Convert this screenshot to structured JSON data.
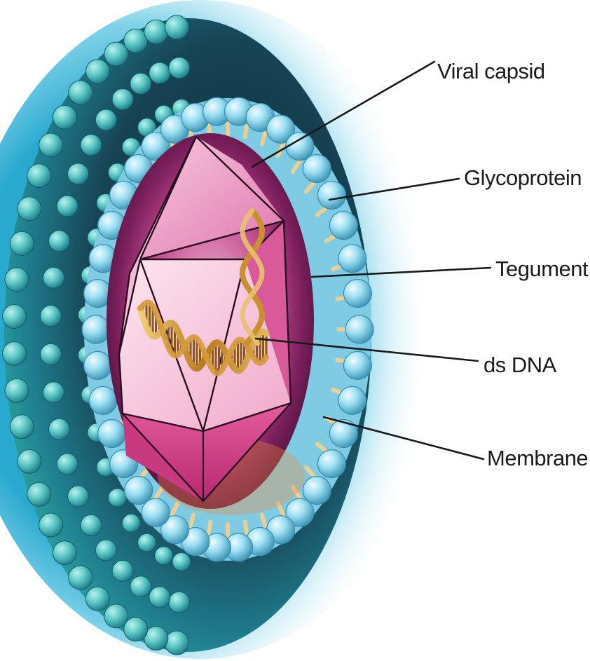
{
  "labels": {
    "viral_capsid": "Viral capsid",
    "glycoprotein": "Glycoprotein",
    "tegument": "Tegument",
    "ds_dna": "ds DNA",
    "membrane": "Membrane"
  },
  "colors": {
    "background": "#ffffff",
    "outer_halo": "#3fb6d8",
    "membrane_sphere": "#8fd8ee",
    "envelope_dark": "#163b4a",
    "tegument": "#8a2a6a",
    "capsid": "#e46aa6",
    "dna": "#c8902a",
    "leader_line": "#1a1a1a",
    "label_text": "#1c1c1c"
  }
}
